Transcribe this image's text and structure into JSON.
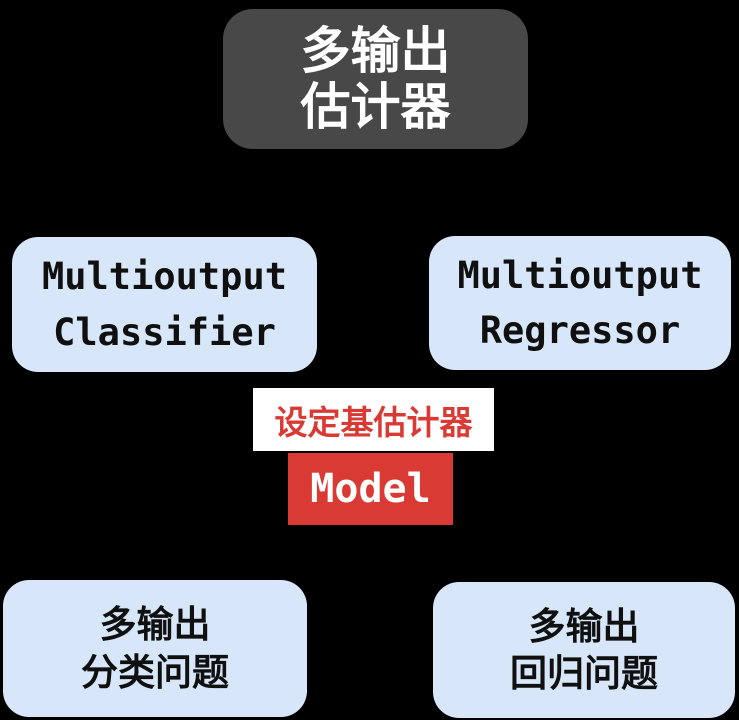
{
  "diagram": {
    "title_box": {
      "line1": "多输出",
      "line2": "估计器"
    },
    "classifier_box": {
      "line1": "Multioutput",
      "line2": "Classifier"
    },
    "regressor_box": {
      "line1": "Multioutput",
      "line2": "Regressor"
    },
    "base_estimator_label": "设定基估计器",
    "model_box_label": "Model",
    "classification_problem_box": {
      "line1": "多输出",
      "line2": "分类问题"
    },
    "regression_problem_box": {
      "line1": "多输出",
      "line2": "回归问题"
    }
  },
  "colors": {
    "background": "#000000",
    "title_box_bg": "#484848",
    "title_box_text": "#ffffff",
    "estimator_box_bg": "#d7e6f8",
    "estimator_box_text": "#101010",
    "label_box_bg": "#ffffff",
    "accent_red": "#d93a34",
    "model_text": "#ffffff"
  }
}
